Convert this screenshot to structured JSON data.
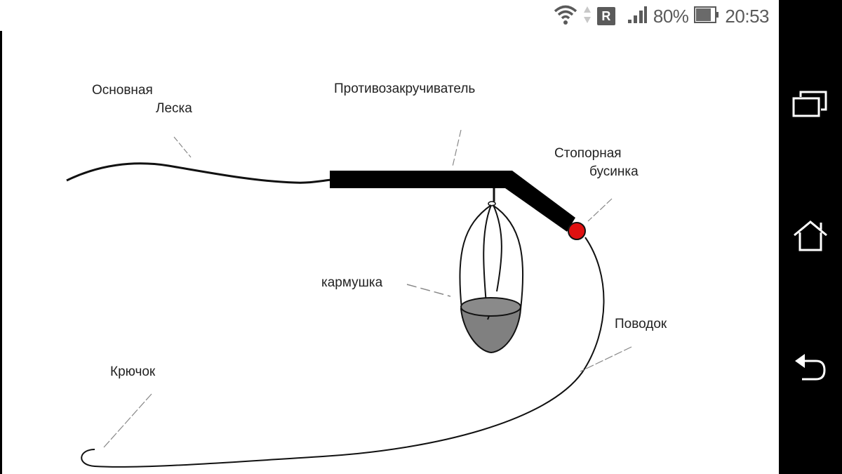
{
  "status_bar": {
    "wifi_icon": "wifi-icon",
    "data_arrows_icon": "data-arrows-icon",
    "roaming_badge": "R",
    "signal_icon": "signal-icon",
    "battery_percent": "80%",
    "battery_icon": "battery-icon",
    "time": "20:53"
  },
  "nav_bar": {
    "recents_icon": "recents-icon",
    "home_icon": "home-icon",
    "back_icon": "back-icon"
  },
  "diagram": {
    "labels": {
      "main_line_1": "Основная",
      "main_line_2": "Леска",
      "anti_twist": "Противозакручиватель",
      "stop_bead_1": "Стопорная",
      "stop_bead_2": "бусинка",
      "feeder": "кармушка",
      "leader": "Поводок",
      "hook": "Крючок"
    },
    "colors": {
      "bead": "#e01010",
      "tube": "#000000",
      "feeder_fill": "#808080",
      "line": "#111111",
      "leader_dash": "#9a9a9a"
    }
  }
}
